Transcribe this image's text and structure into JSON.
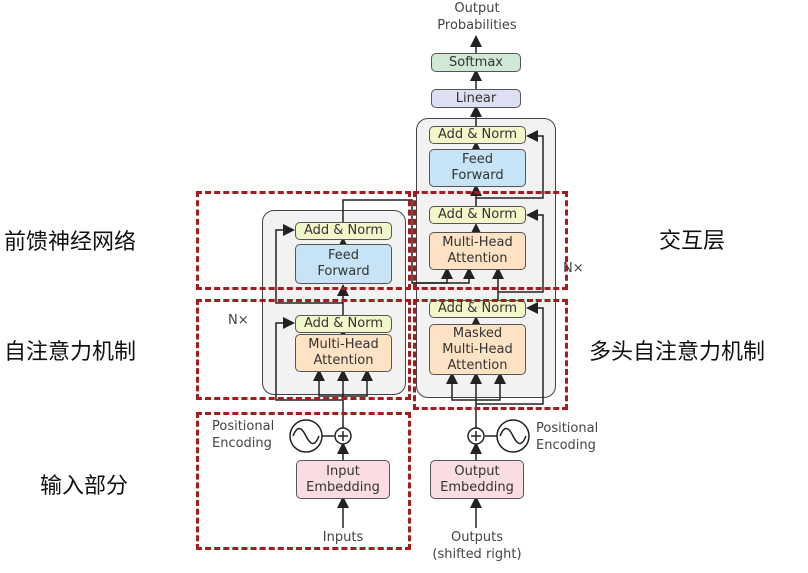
{
  "labels_cn": {
    "feed_forward": "前馈神经网络",
    "self_attention": "自注意力机制",
    "input_part": "输入部分",
    "interaction": "交互层",
    "multi_head_self_attention": "多头自注意力机制"
  },
  "encoder": {
    "add_norm_top": "Add & Norm",
    "feed_forward": [
      "Feed",
      "Forward"
    ],
    "add_norm_bottom": "Add & Norm",
    "attention": [
      "Multi-Head",
      "Attention"
    ],
    "repeat": "N×",
    "positional": [
      "Positional",
      "Encoding"
    ],
    "embedding": [
      "Input",
      "Embedding"
    ],
    "inputs": "Inputs"
  },
  "decoder": {
    "add_norm_top": "Add & Norm",
    "feed_forward": [
      "Feed",
      "Forward"
    ],
    "add_norm_mid": "Add & Norm",
    "attention": [
      "Multi-Head",
      "Attention"
    ],
    "add_norm_bottom": "Add & Norm",
    "masked_attention": [
      "Masked",
      "Multi-Head",
      "Attention"
    ],
    "repeat": "N×",
    "positional": [
      "Positional",
      "Encoding"
    ],
    "embedding": [
      "Output",
      "Embedding"
    ],
    "outputs": [
      "Outputs",
      "(shifted right)"
    ]
  },
  "head": {
    "linear": "Linear",
    "softmax": "Softmax",
    "output": [
      "Output",
      "Probabilities"
    ]
  },
  "colors": {
    "add_norm": "#f2f6c8",
    "feed_forward": "#c6e4f6",
    "attention": "#fde2c4",
    "embedding": "#f9dde3",
    "linear": "#dde0f3",
    "softmax": "#cfe9d5",
    "dashed_outline": "#a51c1c"
  }
}
